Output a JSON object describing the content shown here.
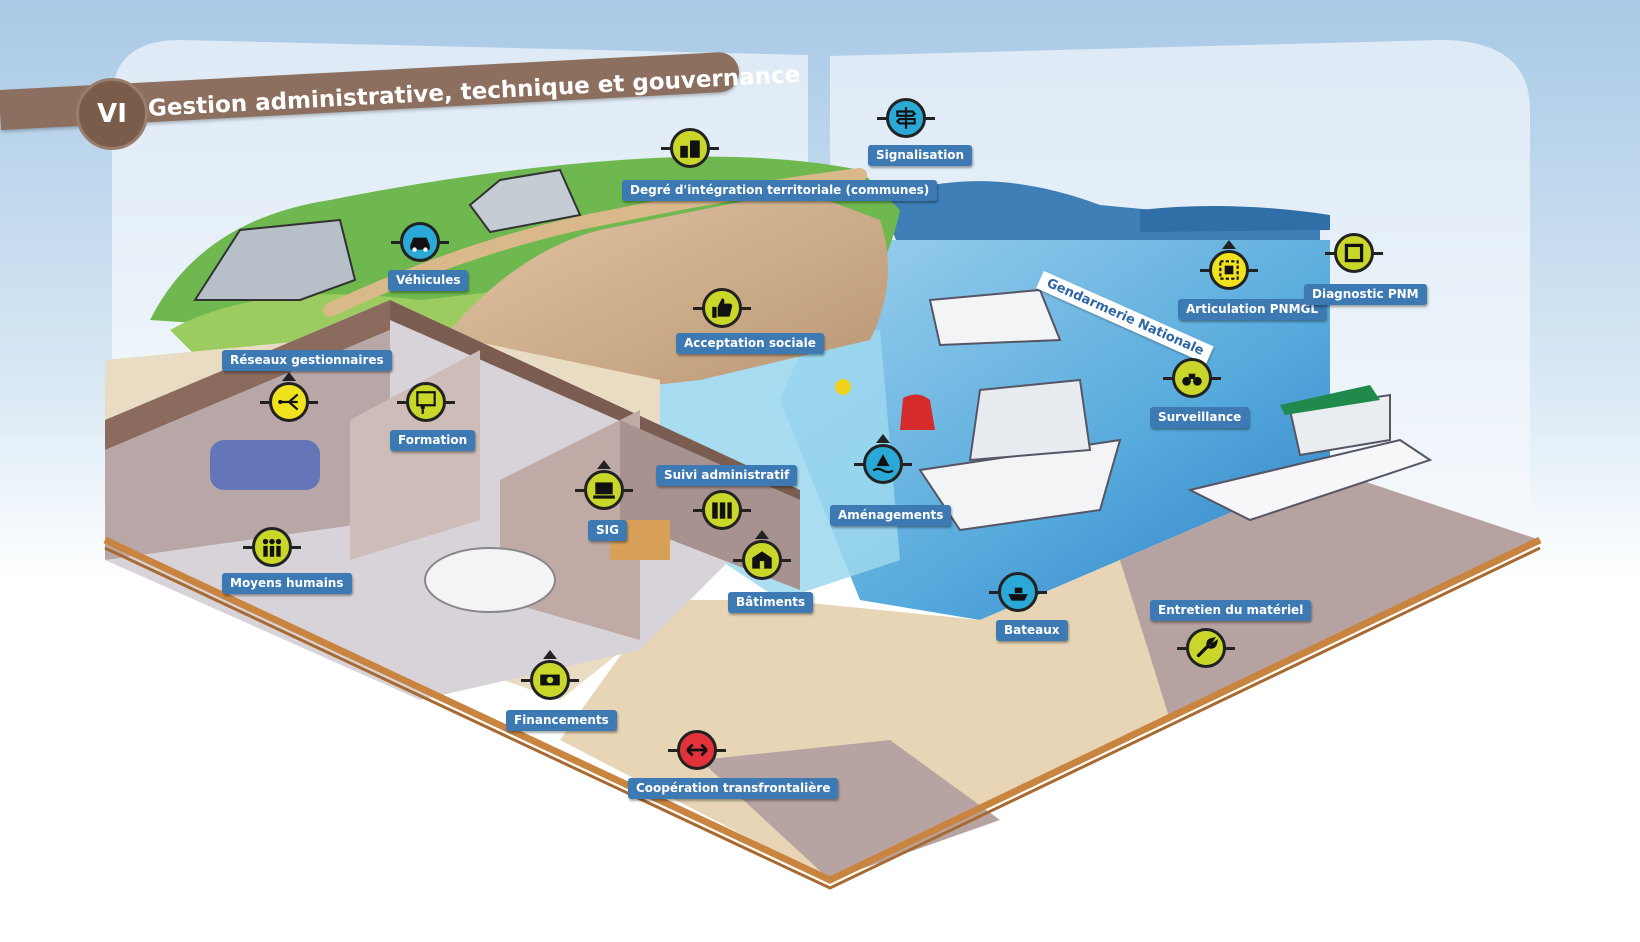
{
  "header": {
    "number": "VI",
    "title": "Gestion administrative, technique et gouvernance"
  },
  "boat_text": "Gendarmerie Nationale",
  "topics": [
    {
      "id": "signalisation",
      "label": "Signalisation",
      "color": "blue",
      "icon": "signpost-icon"
    },
    {
      "id": "integration",
      "label": "Degré d'intégration territoriale (communes)",
      "color": "green",
      "icon": "town-icon"
    },
    {
      "id": "vehicules",
      "label": "Véhicules",
      "color": "blue",
      "icon": "car-icon"
    },
    {
      "id": "articulation",
      "label": "Articulation PNMGL",
      "color": "yellow",
      "icon": "map-frame-icon"
    },
    {
      "id": "diagnostic",
      "label": "Diagnostic PNM",
      "color": "green",
      "icon": "square-frame-icon"
    },
    {
      "id": "acceptation",
      "label": "Acceptation sociale",
      "color": "green",
      "icon": "thumbs-up-icon"
    },
    {
      "id": "reseaux",
      "label": "Réseaux gestionnaires",
      "color": "yellow",
      "icon": "network-icon"
    },
    {
      "id": "formation",
      "label": "Formation",
      "color": "green",
      "icon": "teacher-icon"
    },
    {
      "id": "surveillance",
      "label": "Surveillance",
      "color": "green",
      "icon": "binoculars-icon"
    },
    {
      "id": "suivi",
      "label": "Suivi administratif",
      "color": "green",
      "icon": "binders-icon"
    },
    {
      "id": "sig",
      "label": "SIG",
      "color": "green",
      "icon": "computer-icon"
    },
    {
      "id": "amenagements",
      "label": "Aménagements",
      "color": "blue",
      "icon": "buoy-icon"
    },
    {
      "id": "moyens",
      "label": "Moyens humains",
      "color": "green",
      "icon": "people-icon"
    },
    {
      "id": "batiments",
      "label": "Bâtiments",
      "color": "green",
      "icon": "building-icon"
    },
    {
      "id": "bateaux",
      "label": "Bateaux",
      "color": "blue",
      "icon": "boat-icon"
    },
    {
      "id": "entretien",
      "label": "Entretien du matériel",
      "color": "green",
      "icon": "wrench-icon"
    },
    {
      "id": "financements",
      "label": "Financements",
      "color": "green",
      "icon": "money-icon"
    },
    {
      "id": "cooperation",
      "label": "Coopération transfrontalière",
      "color": "red",
      "icon": "double-arrow-icon"
    }
  ]
}
